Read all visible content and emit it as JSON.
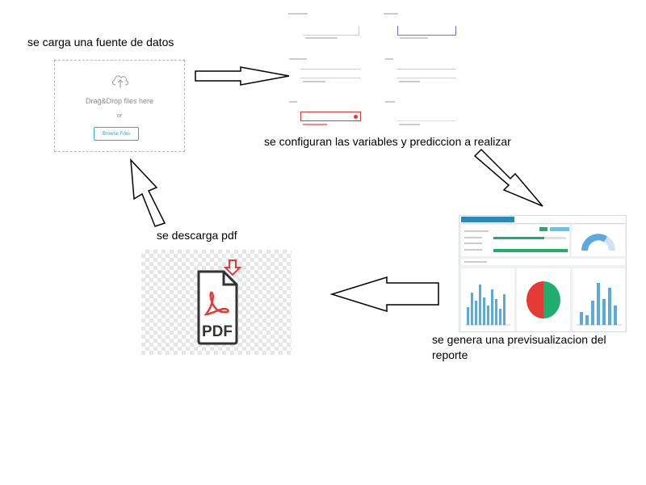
{
  "captions": {
    "step1": "se carga una fuente de datos",
    "step2": "se configuran las variables y prediccion a realizar",
    "step3_line1": "se genera una previsualizacion del",
    "step3_line2": "reporte",
    "step4": "se descarga pdf"
  },
  "upload": {
    "drag_text": "Drag&Drop files here",
    "or_text": "or",
    "browse_label": "Browse Files"
  },
  "pdf_icon": {
    "label": "PDF"
  },
  "colors": {
    "accent_blue": "#29a8d8",
    "dash_header": "#2a87b8",
    "dash_green": "#1fae6e",
    "bar_blue": "#5aaadd",
    "pdf_red": "#e53935",
    "pdf_dark": "#333333"
  }
}
